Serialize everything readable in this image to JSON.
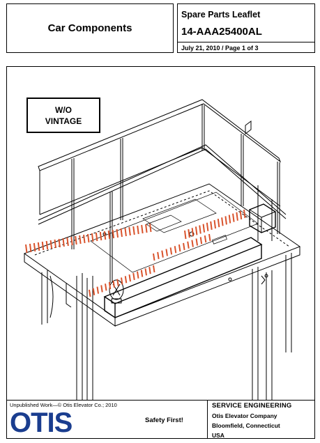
{
  "header": {
    "title": "Car Components",
    "leaflet_heading": "Spare Parts Leaflet",
    "part_number": "14-AAA25400AL",
    "date_page": "July 21, 2010 / Page 1 of 3"
  },
  "drawing": {
    "callout": [
      "W/O",
      "VINTAGE"
    ],
    "highlight_color": "#d9532c"
  },
  "footer": {
    "copyright": "Unpublished Work—© Otis Elevator Co.; 2010",
    "logo_text": "OTIS",
    "safety": "Safety First!",
    "department": "SERVICE ENGINEERING",
    "address": [
      "Otis Elevator Company",
      "Bloomfield, Connecticut",
      "USA"
    ]
  }
}
